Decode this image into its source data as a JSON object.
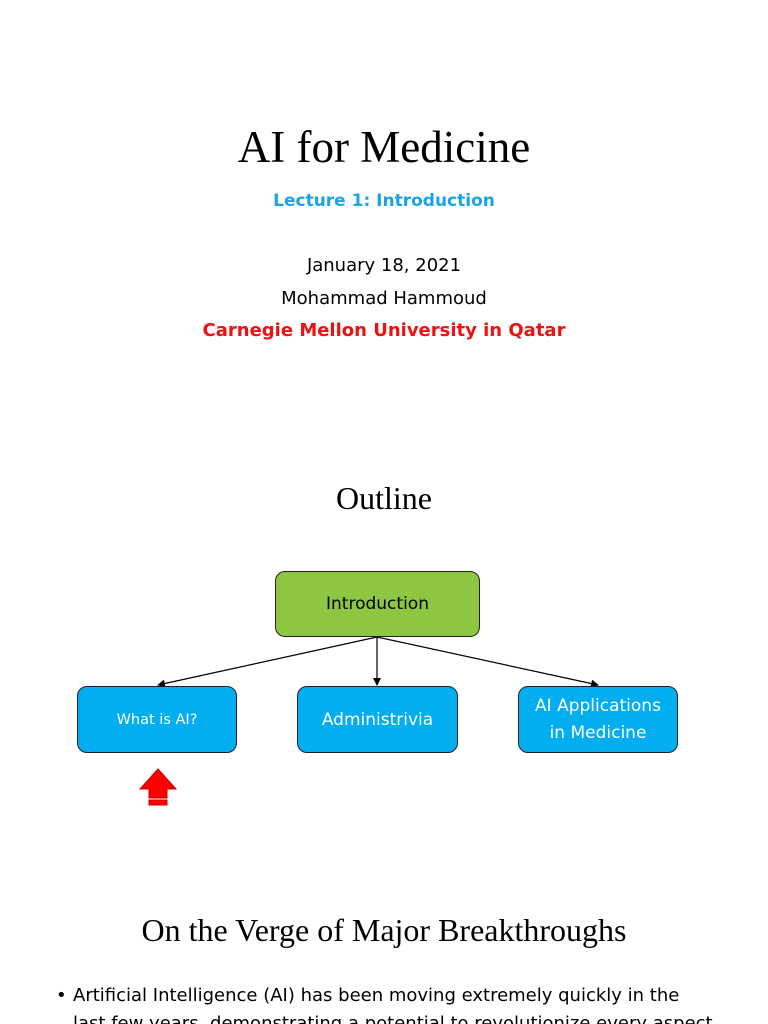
{
  "slide1": {
    "title": "AI for Medicine",
    "subtitle": "Lecture 1: Introduction",
    "date": "January 18, 2021",
    "author": "Mohammad Hammoud",
    "affiliation": "Carnegie Mellon University in Qatar"
  },
  "slide2": {
    "title": "Outline",
    "nodes": {
      "root": "Introduction",
      "what_is_ai": "What is AI?",
      "administrivia": "Administrivia",
      "applications": "AI Applications\nin Medicine"
    }
  },
  "slide3": {
    "title": "On the Verge of Major Breakthroughs",
    "bullet_symbol": "•",
    "bullet_line1": "Artificial Intelligence (AI) has been moving extremely quickly in the",
    "bullet_line2": "last few years, demonstrating a potential to revolutionize every aspect"
  },
  "colors": {
    "subtitle": "#1aa3e8",
    "affiliation": "#ee1111",
    "root_node": "#8dc641",
    "child_node": "#02aef0",
    "arrow": "#ff0000"
  },
  "icons": {
    "marker": "up-arrow-icon"
  }
}
